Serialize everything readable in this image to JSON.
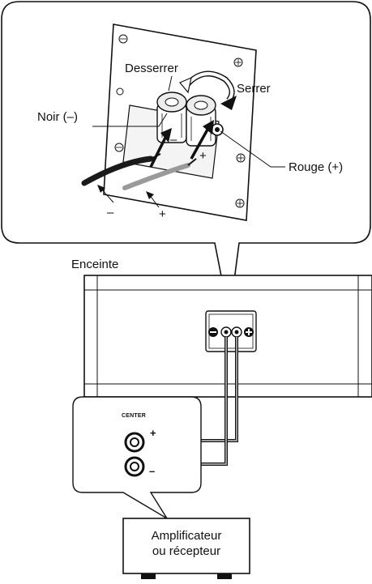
{
  "labels": {
    "loosen": "Desserrer",
    "tighten": "Serrer",
    "black": "Noir (–)",
    "red": "Rouge (+)",
    "minus_wire": "–",
    "plus_wire": "+",
    "terminal_minus": "–",
    "terminal_plus": "+",
    "speaker": "Enceinte",
    "center": "CENTER",
    "jack_plus": "+",
    "jack_minus": "–",
    "amplifier_line1": "Amplificateur",
    "amplifier_line2": "ou récepteur"
  },
  "colors": {
    "line": "#111111",
    "red_wire": "#9a9a9a",
    "black_wire": "#1a1a1a",
    "panel": "#ffffff"
  }
}
